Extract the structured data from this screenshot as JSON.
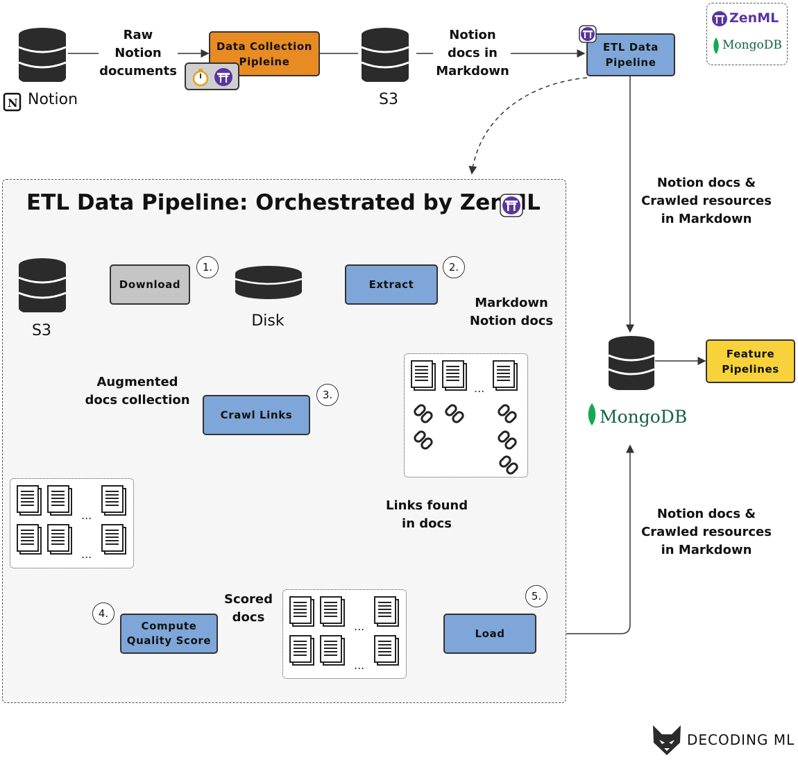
{
  "top": {
    "notion_label": "Notion",
    "raw_label": "Raw\nNotion\ndocuments",
    "collection_box": "Data Collection\nPipleine",
    "s3_label": "S3",
    "notion_md_label": "Notion\ndocs in\nMarkdown",
    "etl_box": "ETL Data\nPipeline"
  },
  "logos": {
    "zenml": "ZenML",
    "mongodb": "MongoDB",
    "mongodb_big": "MongoDB",
    "decoding": "DECODING ML"
  },
  "right": {
    "note_top": "Notion docs &\nCrawled resources\nin Markdown",
    "note_bottom": "Notion docs &\nCrawled resources\nin Markdown",
    "feature_box": "Feature\nPipelines"
  },
  "panel": {
    "title": "ETL Data Pipeline: Orchestrated by ZenML",
    "s3_label": "S3",
    "disk_label": "Disk",
    "download": "Download",
    "extract": "Extract",
    "crawl": "Crawl Links",
    "compute": "Compute\nQuality Score",
    "load": "Load",
    "md_notion": "Markdown\nNotion docs",
    "augmented": "Augmented\ndocs collection",
    "links_found": "Links found\nin docs",
    "scored": "Scored\ndocs",
    "steps": [
      "1.",
      "2.",
      "3.",
      "4.",
      "5."
    ],
    "ellipsis": "..."
  },
  "colors": {
    "blue": "#7ea6d8",
    "orange": "#e88b23",
    "yellow": "#f7d23a",
    "gray": "#c5c5c5",
    "zenml_purple": "#5a35a0",
    "mongodb_green": "#13aa52"
  }
}
